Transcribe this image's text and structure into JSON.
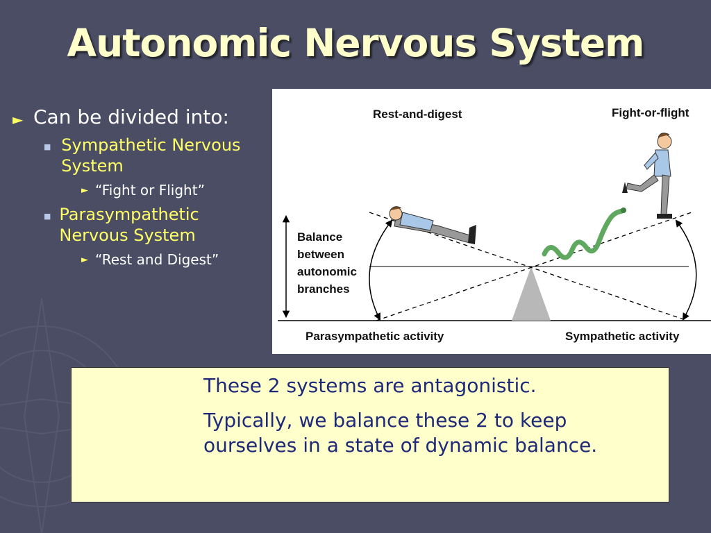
{
  "slide": {
    "title": "Autonomic Nervous System",
    "bullets": {
      "main": "Can be divided into:",
      "sympathetic": "Sympathetic Nervous System",
      "sympathetic_sub": "“Fight or Flight”",
      "parasympathetic": "Parasympathetic Nervous System",
      "parasympathetic_sub": "“Rest and Digest”"
    },
    "callout": {
      "line1": "These 2 systems are antagonistic.",
      "line2": "Typically, we balance these 2 to keep ourselves in a state of dynamic balance."
    }
  },
  "figure": {
    "rest_label": "Rest-and-digest",
    "fight_label": "Fight-or-flight",
    "balance_line1": "Balance",
    "balance_line2": "between",
    "balance_line3": "autonomic",
    "balance_line4": "branches",
    "para_label": "Parasympathetic activity",
    "symp_label": "Sympathetic activity"
  },
  "colors": {
    "background": "#4a4d63",
    "title": "#ffffcc",
    "accent_yellow": "#ffff66",
    "callout_bg": "#ffffcc",
    "callout_text": "#1e2a78"
  }
}
